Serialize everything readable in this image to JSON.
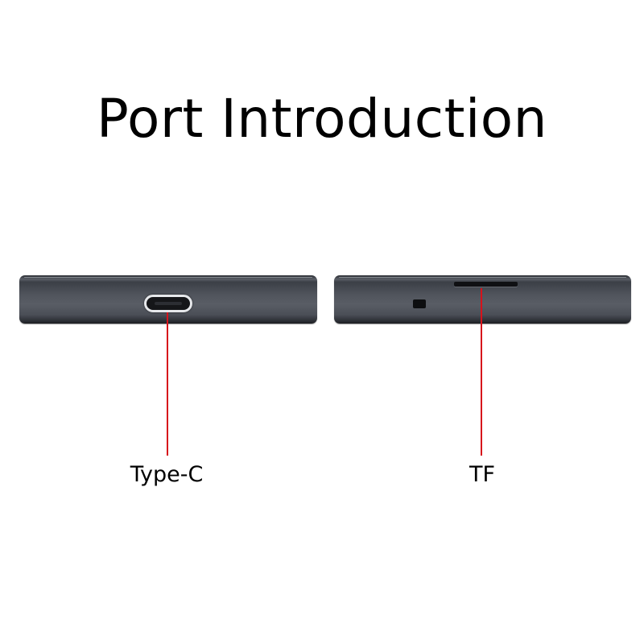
{
  "title": "Port Introduction",
  "ports": [
    {
      "label": "Type-C",
      "icon": "usb-type-c-port-icon"
    },
    {
      "label": "TF",
      "icon": "tf-card-slot-icon"
    }
  ],
  "colors": {
    "leader_line": "#d7121b",
    "device_body": "#50545c",
    "background": "#ffffff"
  }
}
